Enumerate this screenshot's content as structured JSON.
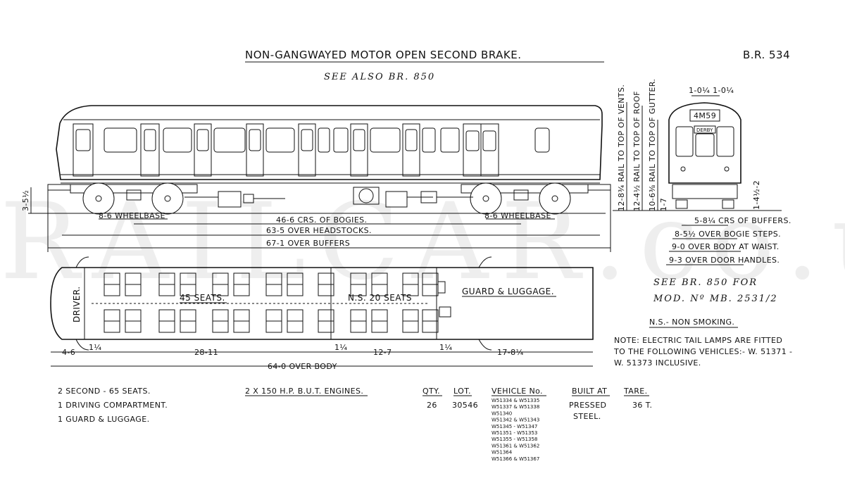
{
  "title": "NON-GANGWAYED MOTOR OPEN SECOND BRAKE.",
  "diagram_no": "B.R. 534",
  "note_see_also": "SEE ALSO BR. 850",
  "watermark": "RAILCAR.co.uk",
  "side_view": {
    "wheelbase_left": "8-6 WHEELBASE",
    "wheelbase_right": "8-6 WHEELBASE",
    "bogie_centres": "46-6 CRS. OF BOGIES.",
    "over_headstocks": "63-5 OVER HEADSTOCKS.",
    "over_buffers": "67-1 OVER BUFFERS",
    "buffer_height": "3-5½"
  },
  "end_view": {
    "headcode": "4M59",
    "destination": "DERBY",
    "top_widths": "1-0¼ 1-0¼",
    "rail_to_vents": "12-8¾ RAIL TO TOP OF VENTS.",
    "rail_to_roof": "12-4½ RAIL TO TOP OF ROOF",
    "rail_to_gutter": "10-6⅜ RAIL TO TOP OF GUTTER.",
    "rail_to_floor": "1-7",
    "side_height": "1-4½-2",
    "buffer_centres": "5-8¼ CRS OF BUFFERS.",
    "over_bogie_steps": "8-5½ OVER BOGIE STEPS.",
    "over_body_waist": "9-0 OVER BODY AT WAIST.",
    "over_door_handles": "9-3 OVER DOOR HANDLES."
  },
  "plan_view": {
    "driver_label": "DRIVER.",
    "seats_label": "45 SEATS.",
    "ns_seats_label": "N.S. 20 SEATS",
    "guard_label": "GUARD & LUGGAGE.",
    "dim_cab": "4-6",
    "dim_p1": "1¼",
    "dim_saloon1": "28-11",
    "dim_p2": "1¼",
    "dim_saloon2": "12-7",
    "dim_p3": "1¼",
    "dim_guard": "17-8¼",
    "over_body": "64-0 OVER BODY"
  },
  "handnote_1": "SEE BR. 850 FOR",
  "handnote_2": "MOD. Nº MB. 2531/2",
  "ns_key": "N.S.- NON SMOKING.",
  "note_line1": "NOTE: ELECTRIC TAIL LAMPS ARE FITTED",
  "note_line2": "TO THE FOLLOWING VEHICLES:- W. 51371 -",
  "note_line3": "W. 51373 INCLUSIVE.",
  "accommodation": [
    "2  SECOND - 65 SEATS.",
    "1  DRIVING COMPARTMENT.",
    "1  GUARD & LUGGAGE."
  ],
  "engines": "2 X 150 H.P. B.U.T. ENGINES.",
  "table": {
    "headers": {
      "qty": "QTY.",
      "lot": "LOT.",
      "vehicle": "VEHICLE No.",
      "built": "BUILT AT",
      "tare": "TARE."
    },
    "qty": "26",
    "lot": "30546",
    "vehicles": [
      "W51334 & W51335",
      "W51337 & W51338",
      "W51340",
      "W51342 & W51343",
      "W51345 - W51347",
      "W51351 - W51353",
      "W51355 - W51358",
      "W51361 & W51362",
      "W51364",
      "W51366 & W51367"
    ],
    "built_line1": "PRESSED",
    "built_line2": "STEEL.",
    "tare": "36 T."
  }
}
